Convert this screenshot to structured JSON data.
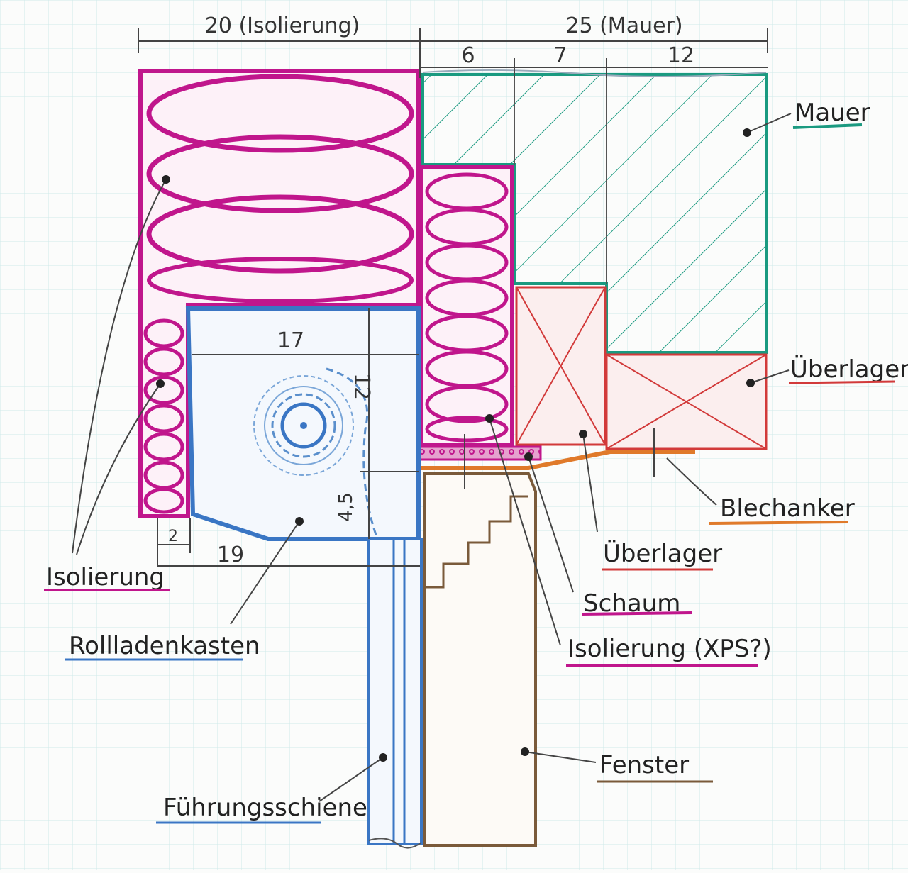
{
  "dimensions": {
    "insulation_total": "20 (Isolierung)",
    "wall_total": "25 (Mauer)",
    "wall_part_1": "6",
    "wall_part_2": "7",
    "wall_part_3": "12",
    "box_width": "17",
    "box_height": "12",
    "box_offset_left": "2",
    "box_bottom_width": "19",
    "box_drop": "4,5"
  },
  "labels": {
    "mauer": "Mauer",
    "ueberlager_right": "Überlager",
    "blechanker": "Blechanker",
    "ueberlager_center": "Überlager",
    "schaum": "Schaum",
    "isolierung_xps": "Isolierung (XPS?)",
    "fenster": "Fenster",
    "fuehrungsschiene": "Führungsschiene",
    "rollladenkasten": "Rollladenkasten",
    "isolierung_left": "Isolierung"
  },
  "colors": {
    "insulation": "#c0168c",
    "wall": "#1a9a80",
    "lintel": "#d23a3a",
    "box": "#3a76c4",
    "anchor": "#e07a2a",
    "window": "#7a5a3a",
    "grid": "#cfeaea",
    "ink": "#333333"
  }
}
